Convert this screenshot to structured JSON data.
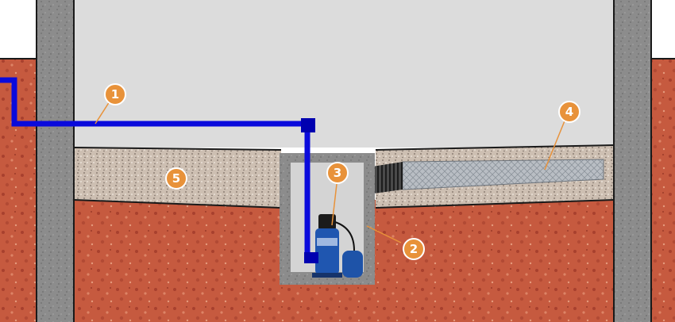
{
  "diagram": {
    "colors": {
      "soil": "#c65a3f",
      "concrete": "#8c8c8c",
      "basement_floor": "#dcdcdc",
      "gravel": "#cdbfb2",
      "pipe": "#0a0adc",
      "pump": "#1f56b0",
      "marker": "#e8923a"
    },
    "markers": [
      {
        "id": 1,
        "label": "1",
        "refers_to": "discharge-pipe"
      },
      {
        "id": 2,
        "label": "2",
        "refers_to": "sump-pit"
      },
      {
        "id": 3,
        "label": "3",
        "refers_to": "submersible-pump"
      },
      {
        "id": 4,
        "label": "4",
        "refers_to": "geotextile-mesh"
      },
      {
        "id": 5,
        "label": "5",
        "refers_to": "gravel-layer"
      }
    ]
  }
}
